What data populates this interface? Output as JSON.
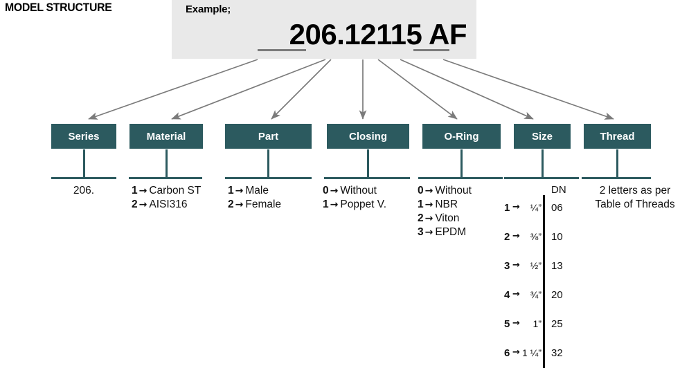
{
  "page_title": "MODEL STRUCTURE",
  "example": {
    "label": "Example;",
    "code": "206.12115 AF",
    "panel_color": "#e9e9e9"
  },
  "accent_color": "#2c5a5f",
  "columns": [
    {
      "key": "series",
      "box_label": "Series",
      "entries": [
        {
          "code": "",
          "arrow": "",
          "value": "206."
        }
      ]
    },
    {
      "key": "material",
      "box_label": "Material",
      "entries": [
        {
          "code": "1",
          "arrow": "→",
          "value": "Carbon ST"
        },
        {
          "code": "2",
          "arrow": "→",
          "value": "AISI316"
        }
      ]
    },
    {
      "key": "part",
      "box_label": "Part",
      "entries": [
        {
          "code": "1",
          "arrow": "→",
          "value": "Male"
        },
        {
          "code": "2",
          "arrow": "→",
          "value": "Female"
        }
      ]
    },
    {
      "key": "closing",
      "box_label": "Closing",
      "entries": [
        {
          "code": "0",
          "arrow": "→",
          "value": "Without"
        },
        {
          "code": "1",
          "arrow": "→",
          "value": "Poppet V."
        }
      ]
    },
    {
      "key": "oring",
      "box_label": "O-Ring",
      "entries": [
        {
          "code": "0",
          "arrow": "→",
          "value": "Without"
        },
        {
          "code": "1",
          "arrow": "→",
          "value": "NBR"
        },
        {
          "code": "2",
          "arrow": "→",
          "value": "Viton"
        },
        {
          "code": "3",
          "arrow": "→",
          "value": "EPDM"
        }
      ]
    },
    {
      "key": "size",
      "box_label": "Size",
      "dn_header": "DN",
      "entries": [
        {
          "code": "1",
          "arrow": "→",
          "value": "¼”",
          "dn": "06"
        },
        {
          "code": "2",
          "arrow": "→",
          "value": "⅜”",
          "dn": "10"
        },
        {
          "code": "3",
          "arrow": "→",
          "value": "½”",
          "dn": "13"
        },
        {
          "code": "4",
          "arrow": "→",
          "value": "¾”",
          "dn": "20"
        },
        {
          "code": "5",
          "arrow": "→",
          "value": "1”",
          "dn": "25"
        },
        {
          "code": "6",
          "arrow": "→",
          "value": "1 ¼”",
          "dn": "32"
        }
      ]
    },
    {
      "key": "thread",
      "box_label": "Thread",
      "entries": [
        {
          "code": "",
          "arrow": "",
          "value": "2 letters as per"
        },
        {
          "code": "",
          "arrow": "",
          "value": "Table of Threads"
        }
      ]
    }
  ]
}
